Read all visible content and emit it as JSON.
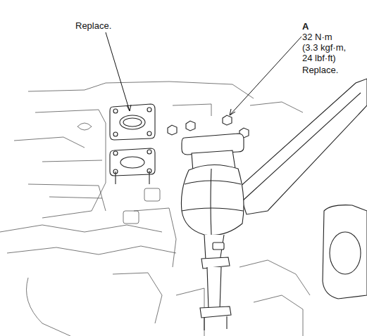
{
  "diagram": {
    "labels": [
      "Replace.",
      "A",
      "32 N·m (3.3 kgf·m, 24 lbf·ft)",
      "Replace."
    ]
  }
}
